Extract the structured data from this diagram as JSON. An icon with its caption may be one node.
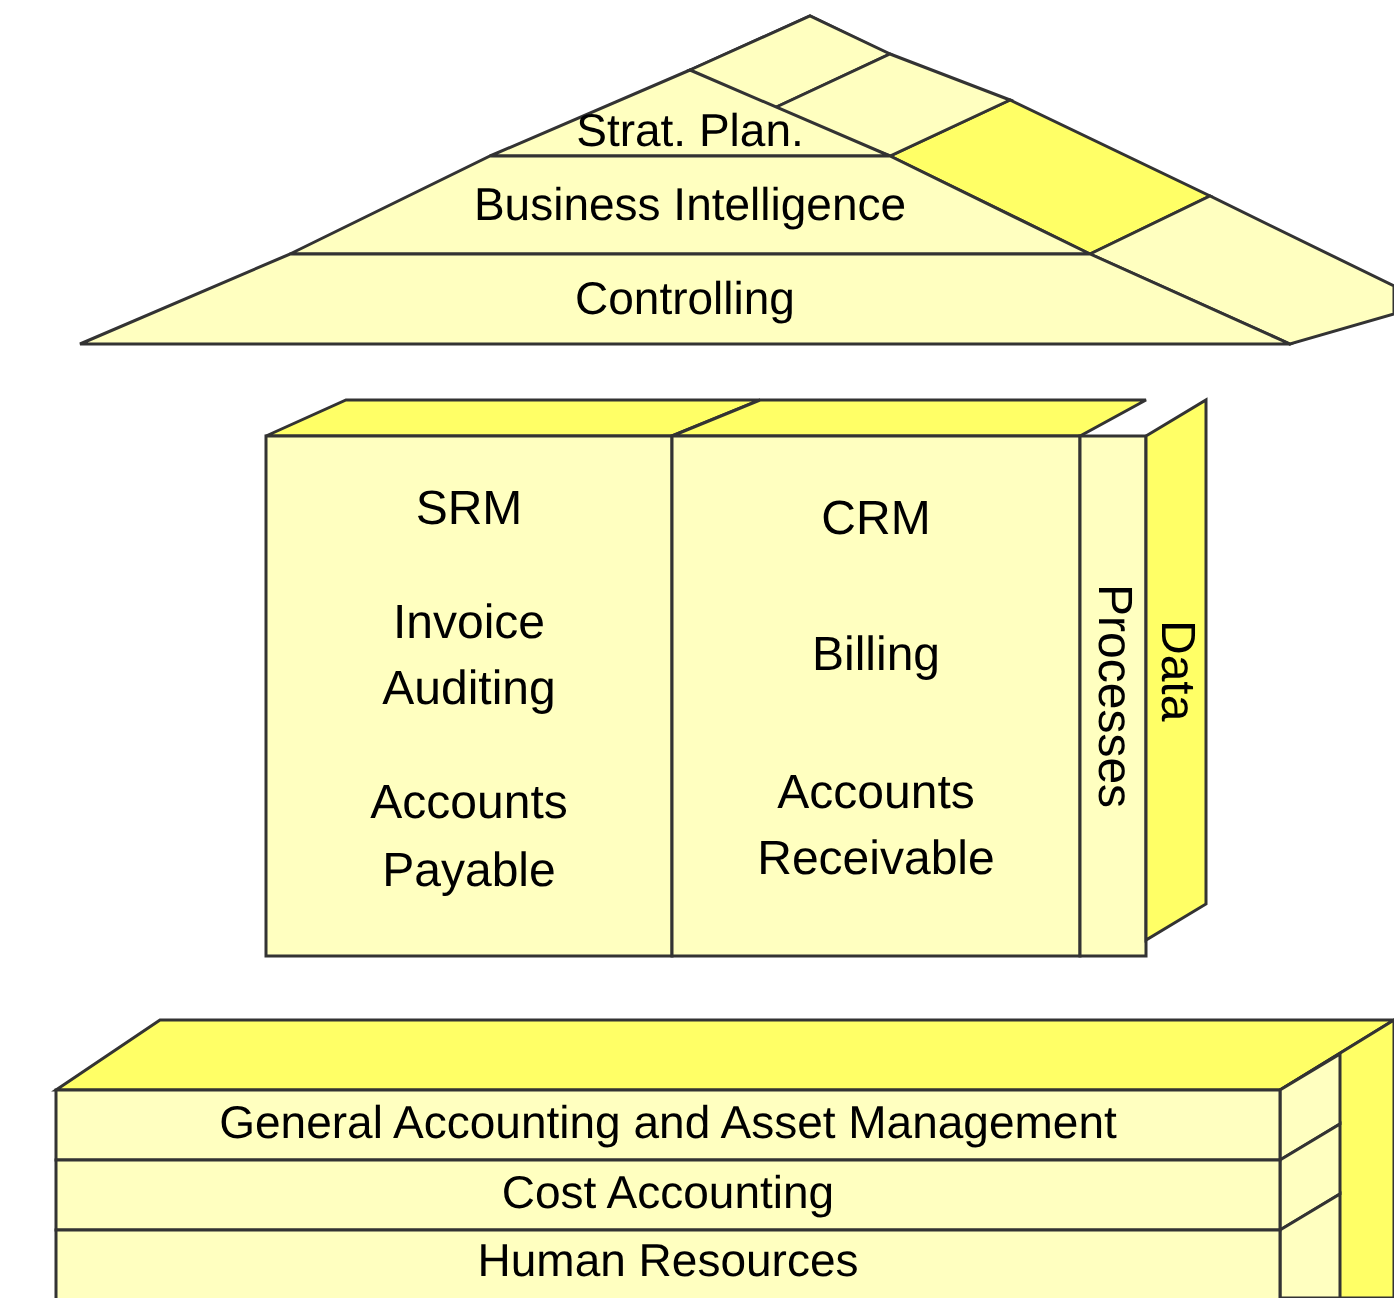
{
  "diagram": {
    "nodes": [
      {
        "text": [
          "Strat. Plan."
        ]
      },
      {
        "text": [
          "Business Intelligence"
        ]
      },
      {
        "text": [
          "Controlling"
        ]
      },
      {
        "text": [
          "SRM",
          "Invoice Auditing",
          "Accounts Payable"
        ]
      },
      {
        "text": [
          "CRM",
          "Billing",
          "Accounts Receivable"
        ]
      },
      {
        "text": [
          "Processes"
        ]
      },
      {
        "text": [
          "Data"
        ]
      },
      {
        "text": [
          "General Accounting and Asset Management"
        ]
      },
      {
        "text": [
          "Cost Accounting"
        ]
      },
      {
        "text": [
          "Human Resources"
        ]
      }
    ]
  }
}
